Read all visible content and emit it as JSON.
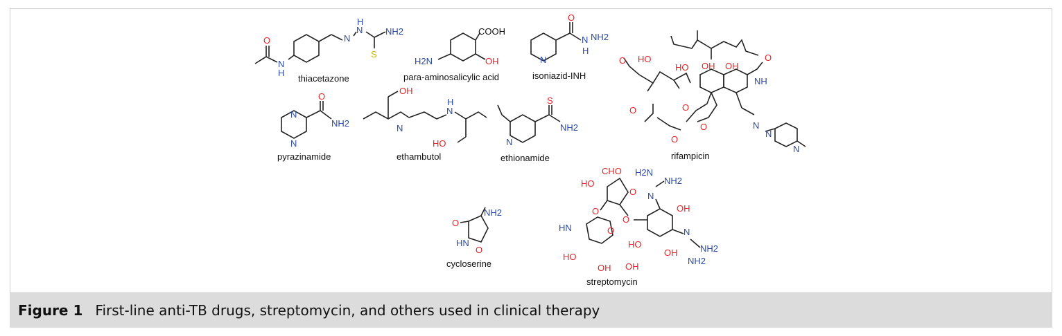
{
  "caption": {
    "label": "Figure 1",
    "text": "First-line anti-TB drugs, streptomycin, and others used in clinical therapy"
  },
  "compounds": {
    "thiacetazone": "thiacetazone",
    "pas": "para-aminosalicylic acid",
    "inh": "isoniazid-INH",
    "rifampicin": "rifampicin",
    "pyrazinamide": "pyrazinamide",
    "ethambutol": "ethambutol",
    "ethionamide": "ethionamide",
    "cycloserine": "cycloserine",
    "streptomycin": "streptomycin"
  },
  "atoms": {
    "NH2": "NH2",
    "N": "N",
    "H": "H",
    "S": "S",
    "O": "O",
    "OH": "OH",
    "HO": "HO",
    "COOH": "COOH",
    "H2N": "H2N",
    "HN": "HN",
    "CHO": "CHO",
    "NH": "NH"
  },
  "colors": {
    "nitrogen": "#2b4aa0",
    "oxygen": "#e0262a",
    "sulfur": "#c9b400",
    "caption_bg": "#dcdcdc"
  }
}
